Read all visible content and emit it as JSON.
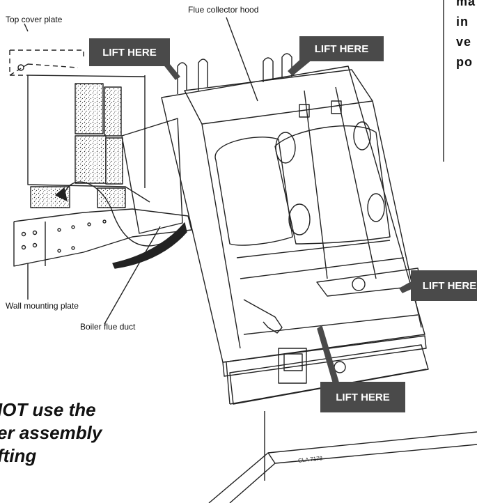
{
  "labels": {
    "top_cover_plate": "Top cover plate",
    "flue_collector_hood": "Flue collector hood",
    "wall_mounting_plate": "Wall mounting plate",
    "boiler_flue_duct": "Boiler flue duct",
    "drawing_code": "CLA 7178"
  },
  "badges": {
    "lift_here_top_left": "LIFT HERE",
    "lift_here_top_right": "LIFT HERE",
    "lift_here_right": "LIFT HERE",
    "lift_here_bottom": "LIFT HERE"
  },
  "side_text": {
    "line1": "ma",
    "line2": "in",
    "line3": "ve",
    "line4": "po"
  },
  "warning": {
    "line1": "IOT use the",
    "line2": "er assembly",
    "line3": "fting"
  },
  "colors": {
    "badge_bg": "#4a4a4a",
    "line": "#222222"
  }
}
